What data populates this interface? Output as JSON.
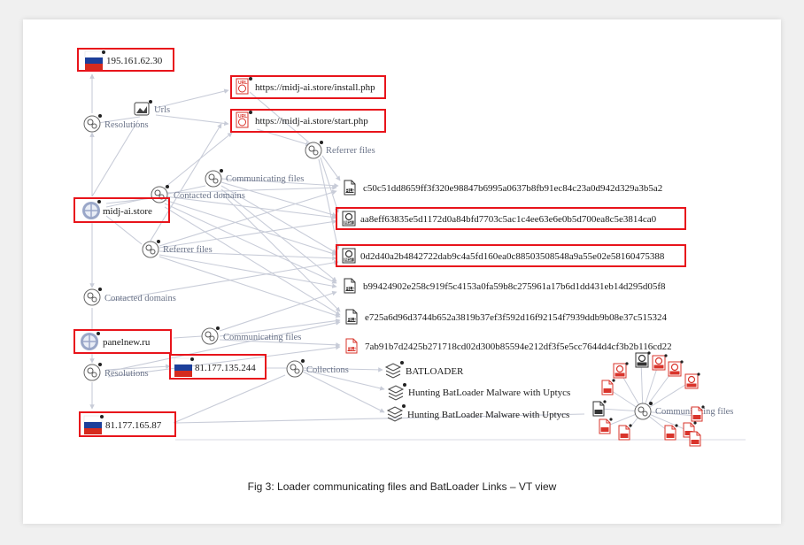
{
  "colors": {
    "edge": "#c8ccd8",
    "highlight": "#e8141b",
    "relation_text": "#6a7388",
    "red_icon": "#d9342b",
    "dark_icon": "#333333"
  },
  "graph": {
    "nodes": {
      "ip1": "195.161.62.30",
      "url1": "https://midj-ai.store/install.php",
      "url2": "https://midj-ai.store/start.php",
      "domain1": "midj-ai.store",
      "domain2": "panelnew.ru",
      "ip2": "81.177.135.244",
      "ip3": "81.177.165.87",
      "file1": "c50c51dd8659ff3f320e98847b6995a0637b8fb91ec84c23a0d942d329a3b5a2",
      "file2": "aa8eff63835e5d1172d0a84bfd7703c5ac1c4ee63e6e0b5d700ea8c5e3814ca0",
      "file3": "0d2d40a2b4842722dab9c4a5fd160ea0c88503508548a9a55e02e58160475388",
      "file4": "b99424902e258c919f5c4153a0fa59b8c275961a17b6d1dd431eb14d295d05f8",
      "file5": "e725a6d96d3744b652a3819b37ef3f592d16f92154f7939ddb9b08e37c515324",
      "file6": "7ab91b7d2425b271718cd02d300b85594e212df3f5e5cc7644d4cf3b2b116cd22",
      "coll1": "BATLOADER",
      "coll2": "Hunting BatLoader Malware with Uptycs",
      "coll3": "Hunting BatLoader Malware with Uptycs"
    },
    "relations": {
      "resolutions1": "Resolutions",
      "urls": "Urls",
      "referrer1": "Referrer files",
      "communicating1": "Communicating files",
      "contacted1": "Contacted domains",
      "referrer2": "Referrer files",
      "contacted2": "Contacted domains",
      "communicating2": "Communicating files",
      "resolutions2": "Resolutions",
      "collections": "Collections",
      "communicating3": "Communicating files"
    },
    "icon_labels": {
      "file": "FILE",
      "msi": "MSI",
      "url": "URL"
    }
  },
  "caption": "Fig 3: Loader communicating files and BatLoader Links – VT view"
}
